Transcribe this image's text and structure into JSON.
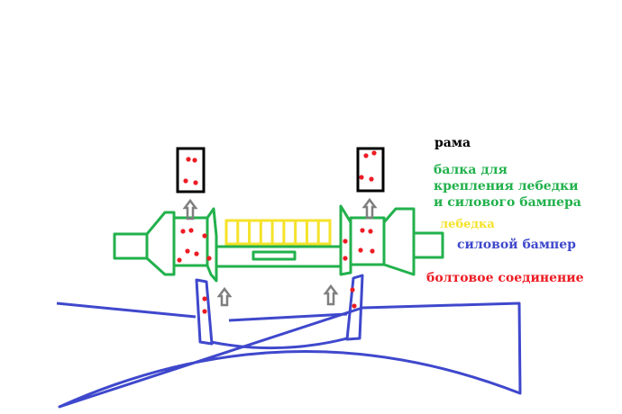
{
  "legend": {
    "frame": "рама",
    "beam": "балка для крепления лебедки и силового бампера",
    "winch": "лебедка",
    "bumper": "силовой бампер",
    "bolt": "болтовое соединение"
  },
  "colors": {
    "frame": "#000000",
    "beam": "#22b14c",
    "winch": "#f5e22a",
    "bumper": "#3f48cc",
    "bolt": "#ed1c24",
    "arrow": "#7f7f7f"
  },
  "icons": {
    "arrow": "up-arrow-icon",
    "bolt": "bolt-dot-icon"
  }
}
